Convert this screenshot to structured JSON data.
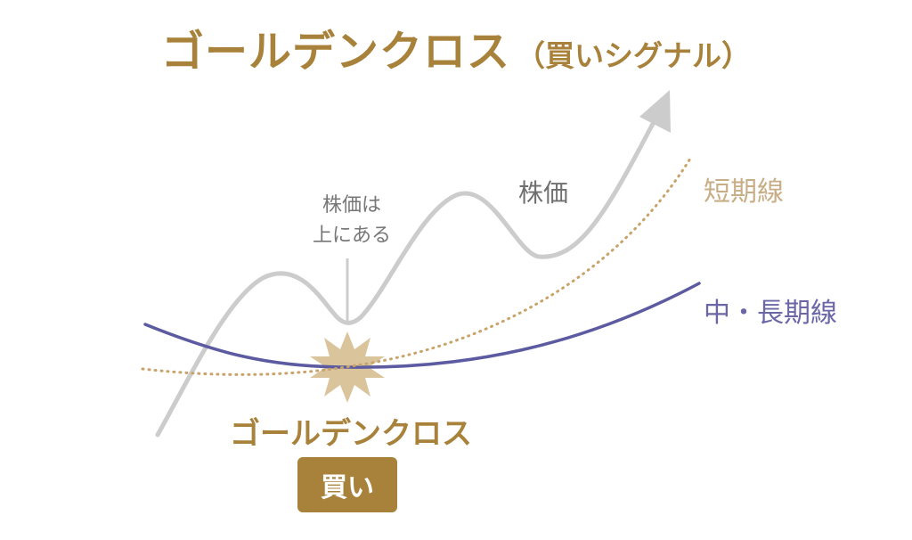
{
  "title": {
    "main": "ゴールデンクロス",
    "sub": "（買いシグナル）"
  },
  "labels": {
    "price_note_line1": "株価は",
    "price_note_line2": "上にある",
    "price": "株価",
    "short_ma": "短期線",
    "long_ma": "中・長期線",
    "golden_cross": "ゴールデンクロス",
    "buy": "買い"
  },
  "colors": {
    "gold": "#a8823a",
    "price_line": "#cccccc",
    "short_ma": "#c8a36a",
    "long_ma": "#5c5aa0",
    "burst": "#d9c49c",
    "note_text": "#777777"
  },
  "icons": {
    "burst": "starburst-icon",
    "arrow": "up-arrow-icon"
  }
}
